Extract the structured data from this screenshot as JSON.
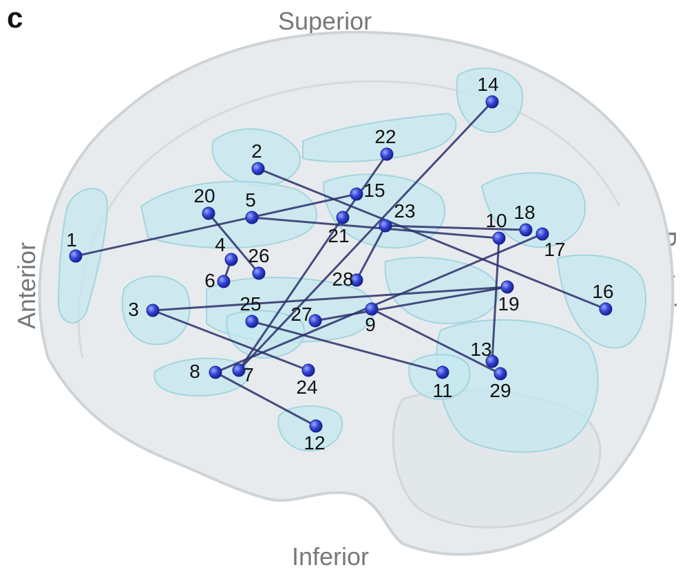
{
  "panel_label": "c",
  "orientation": {
    "superior": "Superior",
    "inferior": "Inferior",
    "anterior": "Anterior",
    "posterior": "Posterior"
  },
  "colors": {
    "brain_shell": "#e6eaec",
    "brain_outline": "#cfd5d8",
    "region_fill": "#bfe6ee",
    "region_stroke": "#9fd2de",
    "edge": "#2a2f6b",
    "node": "#2f3fd0"
  },
  "nodes": [
    {
      "id": "1"
    },
    {
      "id": "2"
    },
    {
      "id": "3"
    },
    {
      "id": "4"
    },
    {
      "id": "5"
    },
    {
      "id": "6"
    },
    {
      "id": "7"
    },
    {
      "id": "8"
    },
    {
      "id": "9"
    },
    {
      "id": "10"
    },
    {
      "id": "11"
    },
    {
      "id": "12"
    },
    {
      "id": "13"
    },
    {
      "id": "14"
    },
    {
      "id": "15"
    },
    {
      "id": "16"
    },
    {
      "id": "17"
    },
    {
      "id": "18"
    },
    {
      "id": "19"
    },
    {
      "id": "20"
    },
    {
      "id": "21"
    },
    {
      "id": "22"
    },
    {
      "id": "23"
    },
    {
      "id": "24"
    },
    {
      "id": "25"
    },
    {
      "id": "26"
    },
    {
      "id": "27"
    },
    {
      "id": "28"
    },
    {
      "id": "29"
    }
  ],
  "edges": [
    [
      "1",
      "15"
    ],
    [
      "2",
      "16"
    ],
    [
      "3",
      "19"
    ],
    [
      "3",
      "24"
    ],
    [
      "4",
      "6"
    ],
    [
      "5",
      "10"
    ],
    [
      "7",
      "14"
    ],
    [
      "7",
      "21"
    ],
    [
      "8",
      "12"
    ],
    [
      "8",
      "17"
    ],
    [
      "9",
      "29"
    ],
    [
      "10",
      "13"
    ],
    [
      "20",
      "26"
    ],
    [
      "22",
      "21"
    ],
    [
      "23",
      "28"
    ],
    [
      "23",
      "18"
    ],
    [
      "25",
      "11"
    ],
    [
      "27",
      "19"
    ]
  ]
}
